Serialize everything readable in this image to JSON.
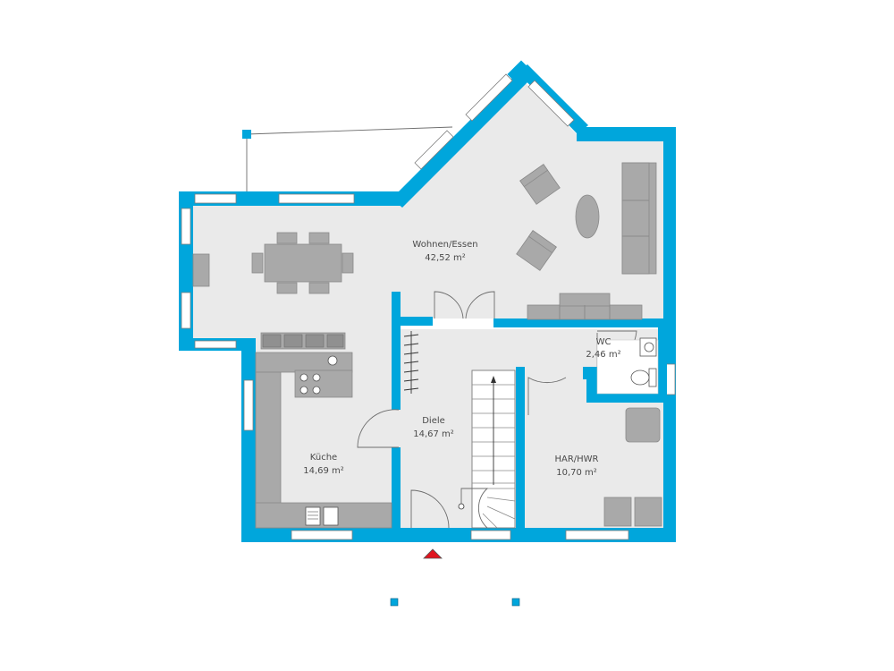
{
  "rooms": [
    {
      "name": "Wohnen/Essen",
      "area": "42,52 m²"
    },
    {
      "name": "Küche",
      "area": "14,69 m²"
    },
    {
      "name": "Diele",
      "area": "14,67 m²"
    },
    {
      "name": "WC",
      "area": "2,46 m²"
    },
    {
      "name": "HAR/HWR",
      "area": "10,70 m²"
    }
  ],
  "colors": {
    "wall": "#00a6dc",
    "floor": "#eaeaea",
    "furniture": "#a9a9a9",
    "entrance": "#e0141e"
  }
}
